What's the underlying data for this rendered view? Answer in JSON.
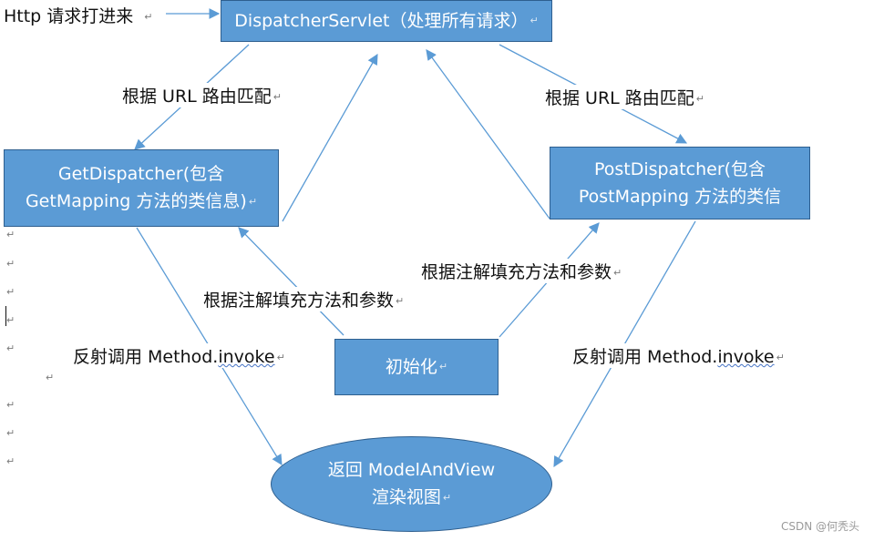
{
  "para_mark": "↵",
  "incoming_label": "Http 请求打进来",
  "nodes": {
    "dispatcher": "DispatcherServlet（处理所有请求）",
    "get_line1": "GetDispatcher(包含",
    "get_line2": "GetMapping 方法的类信息)",
    "post_line1": "PostDispatcher(包含",
    "post_line2": "PostMapping 方法的类信",
    "init": "初始化",
    "result_line1": "返回 ModelAndView",
    "result_line2": "渲染视图"
  },
  "labels": {
    "route_left": "根据 URL 路由匹配",
    "route_right": "根据 URL 路由匹配",
    "fill_left": "根据注解填充方法和参数",
    "fill_right": "根据注解填充方法和参数",
    "invoke_left_prefix": "反射调用 Method.",
    "invoke_left_word": "invoke",
    "invoke_right_prefix": "反射调用 Method.",
    "invoke_right_word": "invoke"
  },
  "watermark": "CSDN @何秃头",
  "colors": {
    "box_fill": "#5b9bd5",
    "box_border": "#2e5f8f",
    "arrow": "#5b9bd5"
  }
}
